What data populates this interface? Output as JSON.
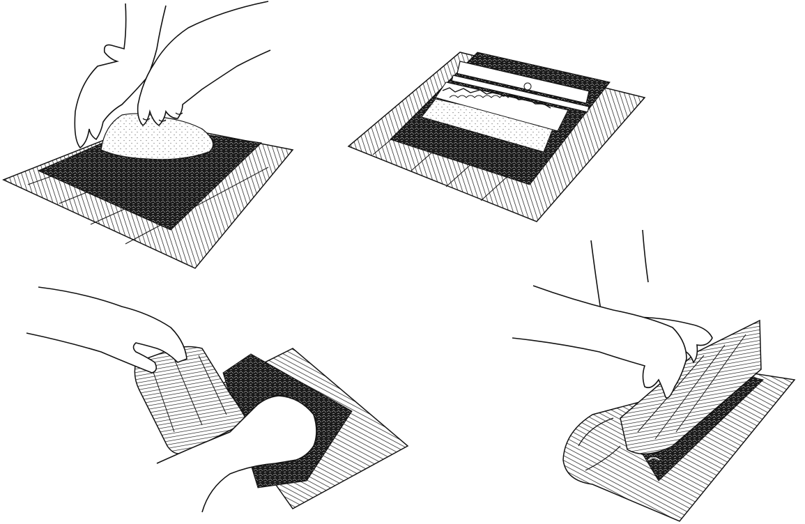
{
  "illustration": {
    "panels": [
      {
        "id": "step-1",
        "subject": "spread-rice-on-nori"
      },
      {
        "id": "step-2",
        "subject": "place-fillings-on-rice"
      },
      {
        "id": "step-3",
        "subject": "lift-mat-and-roll"
      },
      {
        "id": "step-4",
        "subject": "press-roll-with-mat"
      }
    ]
  },
  "colors": {
    "ink": "#111111",
    "paper": "#ffffff",
    "nori": "#1a1a1a"
  }
}
